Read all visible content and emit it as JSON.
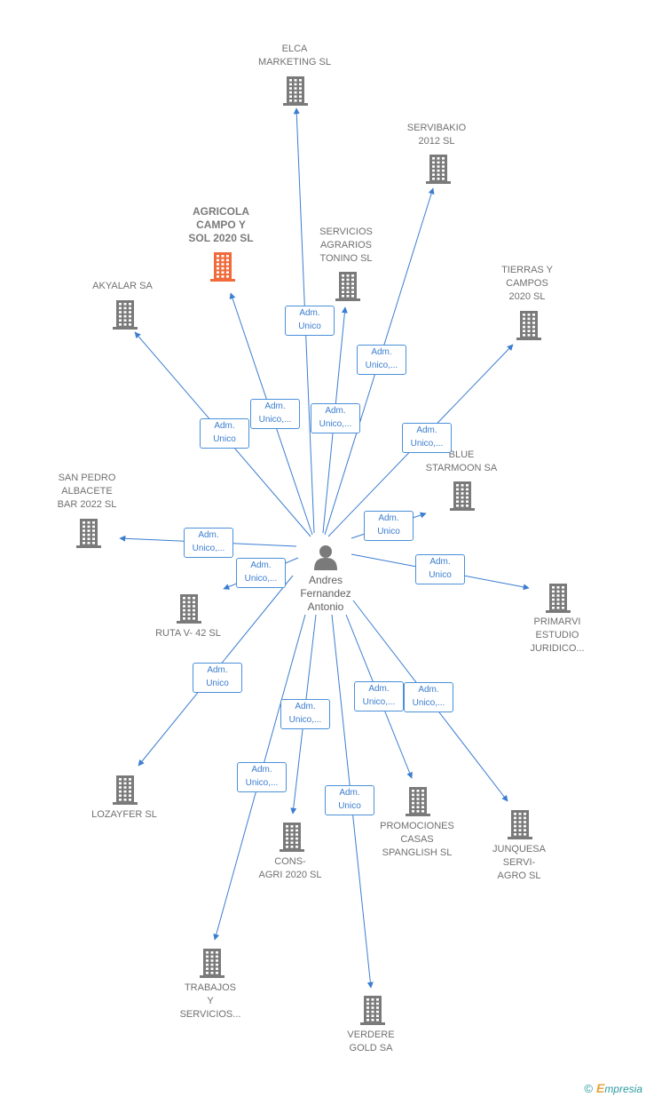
{
  "center": {
    "name": "Andres\nFernandez\nAntonio"
  },
  "companies": [
    {
      "id": "elca",
      "name": "ELCA\nMARKETING SL",
      "highlight": false
    },
    {
      "id": "servibakio",
      "name": "SERVIBAKIO\n2012 SL",
      "highlight": false
    },
    {
      "id": "agricola",
      "name": "AGRICOLA\nCAMPO Y\nSOL 2020  SL",
      "highlight": true
    },
    {
      "id": "servicios",
      "name": "SERVICIOS\nAGRARIOS\nTONINO  SL",
      "highlight": false
    },
    {
      "id": "tierras",
      "name": "TIERRAS Y\nCAMPOS\n2020  SL",
      "highlight": false
    },
    {
      "id": "akyalar",
      "name": "AKYALAR SA",
      "highlight": false
    },
    {
      "id": "blue",
      "name": "BLUE\nSTARMOON SA",
      "highlight": false
    },
    {
      "id": "sanpedro",
      "name": "SAN PEDRO\nALBACETE\nBAR 2022  SL",
      "highlight": false
    },
    {
      "id": "ruta",
      "name": "RUTA V- 42  SL",
      "highlight": false
    },
    {
      "id": "primarvi",
      "name": "PRIMARVI\nESTUDIO\nJURIDICO...",
      "highlight": false
    },
    {
      "id": "lozayfer",
      "name": "LOZAYFER SL",
      "highlight": false
    },
    {
      "id": "promociones",
      "name": "PROMOCIONES\nCASAS\nSPANGLISH SL",
      "highlight": false
    },
    {
      "id": "junquesa",
      "name": "JUNQUESA\nSERVI-\nAGRO  SL",
      "highlight": false
    },
    {
      "id": "consagri",
      "name": "CONS-\nAGRI 2020  SL",
      "highlight": false
    },
    {
      "id": "trabajos",
      "name": "TRABAJOS\nY\nSERVICIOS...",
      "highlight": false
    },
    {
      "id": "verdere",
      "name": "VERDERE\nGOLD SA",
      "highlight": false
    }
  ],
  "relations": [
    {
      "to": "elca",
      "label": "Adm.\nUnico"
    },
    {
      "to": "servibakio",
      "label": "Adm.\nUnico,..."
    },
    {
      "to": "agricola",
      "label": "Adm.\nUnico,..."
    },
    {
      "to": "servicios",
      "label": "Adm.\nUnico,..."
    },
    {
      "to": "tierras",
      "label": "Adm.\nUnico,..."
    },
    {
      "to": "akyalar",
      "label": "Adm.\nUnico"
    },
    {
      "to": "blue",
      "label": "Adm.\nUnico"
    },
    {
      "to": "sanpedro",
      "label": "Adm.\nUnico,..."
    },
    {
      "to": "ruta",
      "label": "Adm.\nUnico,..."
    },
    {
      "to": "primarvi",
      "label": "Adm.\nUnico"
    },
    {
      "to": "lozayfer",
      "label": "Adm.\nUnico"
    },
    {
      "to": "promociones",
      "label": "Adm.\nUnico,..."
    },
    {
      "to": "junquesa",
      "label": "Adm.\nUnico,..."
    },
    {
      "to": "consagri",
      "label": "Adm.\nUnico,..."
    },
    {
      "to": "trabajos",
      "label": "Adm.\nUnico,..."
    },
    {
      "to": "verdere",
      "label": "Adm.\nUnico"
    }
  ],
  "colors": {
    "edge": "#3b7dd0",
    "building": "#7a7a7a",
    "building_highlight": "#f06a3a",
    "person": "#7a7a7a"
  },
  "footer": {
    "copyright": "©",
    "brand_initial": "E",
    "brand_rest": "mpresia"
  }
}
